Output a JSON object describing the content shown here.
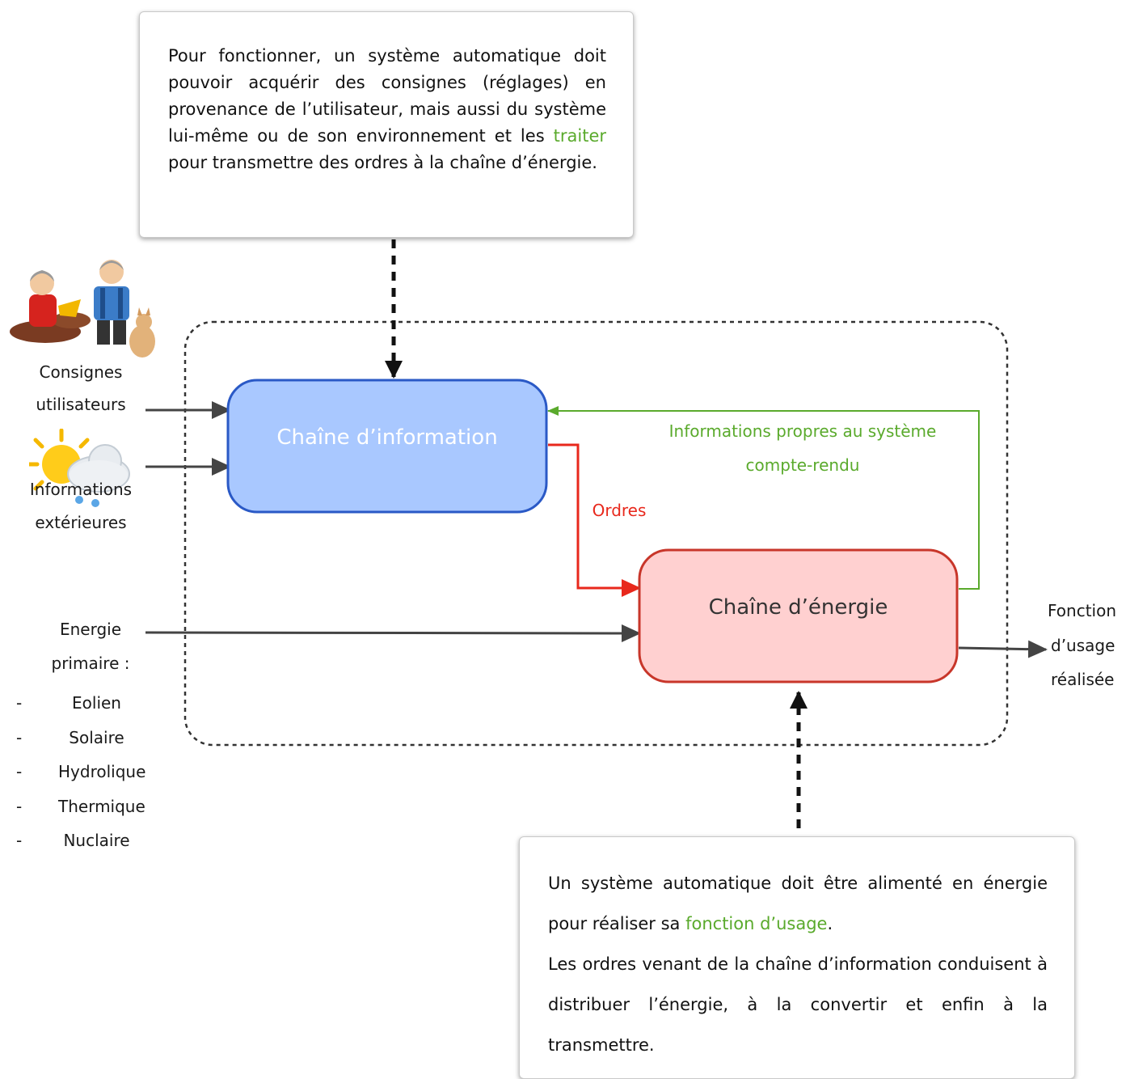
{
  "callout_top": {
    "before": "Pour fonctionner, un système automatique doit pouvoir acquérir des consignes (réglages) en provenance de l’utilisateur, mais aussi du système lui-même ou de son environnement et les ",
    "highlight": "traiter",
    "after": " pour transmettre des ordres à la chaîne d’énergie."
  },
  "callout_bottom": {
    "p1_before": "Un système automatique doit être alimenté en énergie pour réaliser sa ",
    "p1_highlight": "fonction d’usage",
    "p1_after": ".",
    "p2": "Les ordres venant de la chaîne d’information conduisent à distribuer l’énergie, à la convertir et enfin à la transmettre."
  },
  "blocks": {
    "information": "Chaîne d’information",
    "energy": "Chaîne d’énergie"
  },
  "inputs": {
    "user_line1": "Consignes",
    "user_line2": "utilisateurs",
    "external_line1": "Informations",
    "external_line2": "extérieures",
    "energy_line1": "Energie",
    "energy_line2": "primaire :",
    "energy_sources": [
      "Eolien",
      "Solaire",
      "Hydrolique",
      "Thermique",
      "Nuclaire"
    ],
    "bullet": "-"
  },
  "flows": {
    "orders": "Ordres",
    "feedback_line1": "Informations propres au système",
    "feedback_line2": "compte-rendu"
  },
  "output": {
    "line1": "Fonction",
    "line2": "d’usage",
    "line3": "réalisée"
  },
  "colors": {
    "info_fill": "#a9c8ff",
    "info_border": "#2a59c6",
    "energy_fill": "#ffd0d0",
    "energy_border": "#c8362a",
    "orders": "#e8281c",
    "feedback": "#5aaa2c",
    "arrows": "#444444"
  },
  "icons": {
    "users": "family-figures-icon",
    "weather": "sun-cloud-rain-icon"
  }
}
